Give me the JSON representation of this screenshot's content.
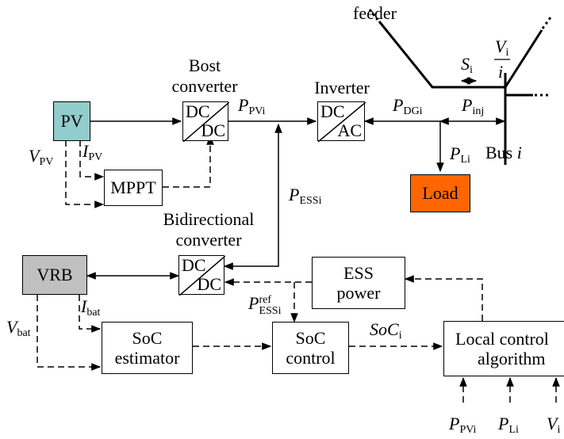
{
  "blocks": {
    "pv": {
      "label": "PV",
      "color": "#93cccc"
    },
    "mppt": {
      "label": "MPPT"
    },
    "vrb": {
      "label": "VRB",
      "color": "#c0c0c0"
    },
    "load": {
      "label": "Load",
      "color": "#ff6600"
    },
    "soc_estimator": {
      "line1": "SoC",
      "line2": "estimator"
    },
    "soc_control": {
      "line1": "SoC",
      "line2": "control"
    },
    "ess_power": {
      "line1": "ESS",
      "line2": "power"
    },
    "local_control": {
      "line1": "Local control",
      "line2": "algorithm"
    }
  },
  "converters": {
    "boost": {
      "in": "DC",
      "out": "DC",
      "caption1": "Bost",
      "caption2": "converter"
    },
    "inverter": {
      "in": "DC",
      "out": "AC",
      "caption": "Inverter"
    },
    "bidirectional": {
      "in": "DC",
      "out": "DC",
      "caption1": "Bidirectional",
      "caption2": "converter"
    }
  },
  "labels": {
    "feeder": "feeder",
    "bus_prefix": "Bus ",
    "bus_index": "i",
    "s": "S",
    "s_sub": "i",
    "v_over_i_num": "V",
    "v_over_i_num_sub": "i",
    "v_over_i_den": "i",
    "p_pvi": "P",
    "p_pvi_sub": "PVi",
    "p_dgi": "P",
    "p_dgi_sub": "DGi",
    "p_inj": "P",
    "p_inj_sub": "inj",
    "p_li": "P",
    "p_li_sub": "Li",
    "p_essi": "P",
    "p_essi_sub": "ESSi",
    "p_essi_ref": "P",
    "p_essi_ref_sup": "ref",
    "p_essi_ref_sub": "ESSi",
    "v_pv": "V",
    "v_pv_sub": "PV",
    "i_pv": "I",
    "i_pv_sub": "PV",
    "v_bat": "V",
    "v_bat_sub": "bat",
    "i_bat": "I",
    "i_bat_sub": "bat",
    "soc_i": "SoC",
    "soc_i_sub": "i",
    "in_p_pvi": "P",
    "in_p_pvi_sub": "PVi",
    "in_p_li": "P",
    "in_p_li_sub": "Li",
    "in_v_i": "V",
    "in_v_i_sub": "i"
  }
}
